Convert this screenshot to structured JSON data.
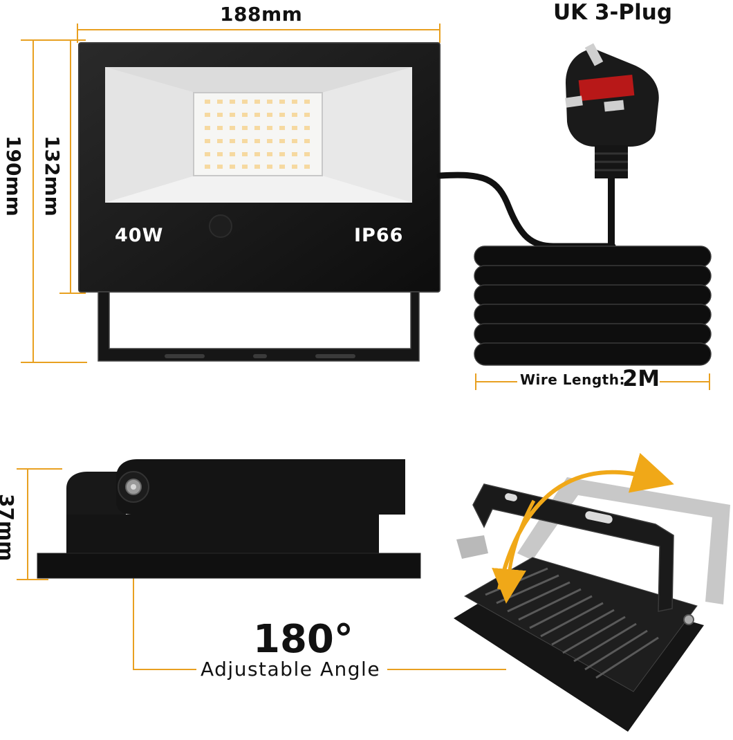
{
  "dimensions": {
    "width": "188mm",
    "height_total": "190mm",
    "height_body": "132mm",
    "depth": "37mm"
  },
  "plug": {
    "label": "UK 3-Plug"
  },
  "light": {
    "power": "40W",
    "rating": "IP66"
  },
  "cable": {
    "label": "Wire Length:",
    "value": "2M"
  },
  "angle": {
    "value": "180°",
    "label": "Adjustable Angle"
  },
  "colors": {
    "dimension_line": "#e8a020",
    "housing": "#141414",
    "led_panel": "#f4f4f2",
    "arrow": "#f0a818"
  },
  "icons": [
    "flood-light",
    "uk-plug",
    "coiled-cable",
    "mount-bracket",
    "rotation-arrow"
  ]
}
